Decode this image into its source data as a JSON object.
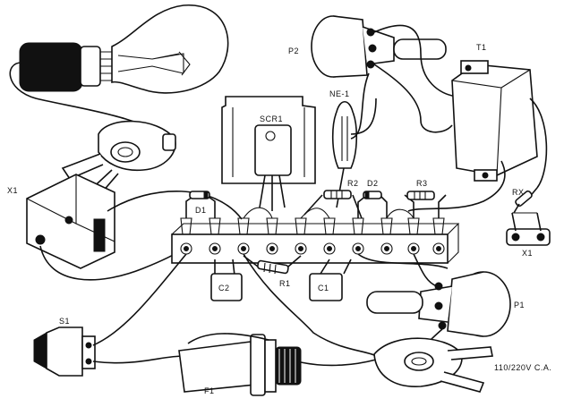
{
  "labels": {
    "p2": "P2",
    "t1": "T1",
    "ne1": "NE-1",
    "scr1": "SCR1",
    "x1_left": "X1",
    "d1": "D1",
    "r2": "R2",
    "d2": "D2",
    "r3": "R3",
    "rx": "RX",
    "x1_right": "X1",
    "c2": "C2",
    "r1": "R1",
    "c1": "C1",
    "p1": "P1",
    "s1": "S1",
    "f1": "F1",
    "mains": "110/220V C.A."
  }
}
